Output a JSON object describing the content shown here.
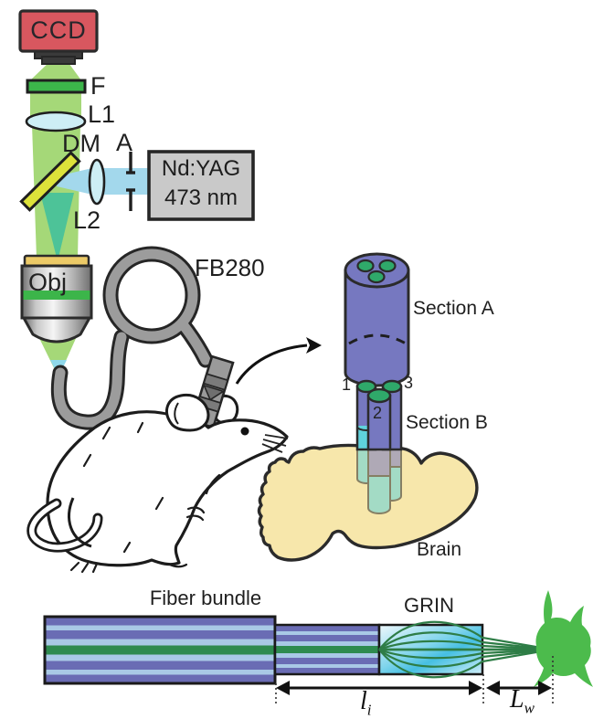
{
  "setup": {
    "ccd_label": "CCD",
    "filter_label": "F",
    "lens1_label": "L1",
    "dichroic_label": "DM",
    "aperture_label": "A",
    "laser_line1": "Nd:YAG",
    "laser_line2": "473 nm",
    "lens2_label": "L2",
    "objective_label": "Obj",
    "fiber_label": "FB280"
  },
  "implant": {
    "section_a_label": "Section A",
    "section_b_label": "Section B",
    "brain_label": "Brain",
    "fiber_numbers": [
      "1",
      "2",
      "3"
    ]
  },
  "bottom": {
    "fiber_bundle_label": "Fiber bundle",
    "grin_label": "GRIN",
    "li_main": "l",
    "li_sub": "i",
    "lw_main": "L",
    "lw_sub": "w"
  },
  "colors": {
    "ccd_red": "#d8575f",
    "filter_green": "#3cb54a",
    "beam_green": "#a5d878",
    "beam_blue": "#a3d8ec",
    "beam_teal": "#3dbf9e",
    "dichroic_yellow": "#dde23a",
    "lens_blue": "#cdeef5",
    "laser_gray": "#c9c9c9",
    "cable_gray": "#9c9c9c",
    "implant_purple": "#7678c0",
    "core_green": "#2fa96a",
    "grin_cyan": "#5fd2dc",
    "brain_tan": "#f7e7ab",
    "bundle_purple": "#6a6cb4",
    "bundle_blue": "#a9c9e6",
    "bundle_green": "#2e8b4f",
    "neuron_green": "#4cbb4c",
    "ray_green": "#2e7d46"
  }
}
